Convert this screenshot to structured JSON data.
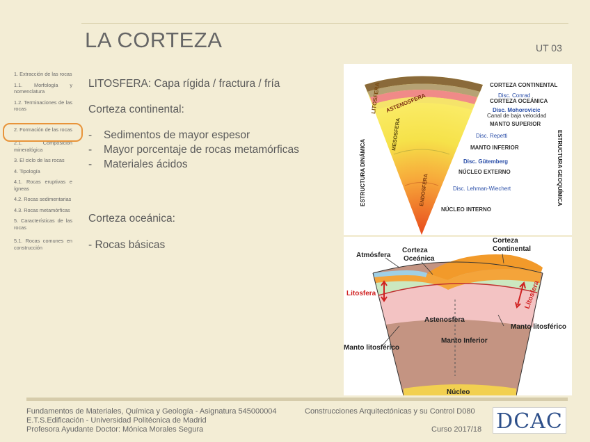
{
  "slide": {
    "title": "LA CORTEZA",
    "unit": "UT 03"
  },
  "sidebar": {
    "items": [
      {
        "label": "1. Extracción de las rocas"
      },
      {
        "label": "1.1. Morfología y nomenclatura"
      },
      {
        "label": "1.2. Terminaciones de las rocas"
      },
      {
        "label": "2. Formación de las rocas"
      },
      {
        "label": "2.1. Composición mineralógica"
      },
      {
        "label": "3. El ciclo de las rocas"
      },
      {
        "label": "4. Tipología"
      },
      {
        "label": "4.1. Rocas eruptivas e ígneas"
      },
      {
        "label": "4.2. Rocas sedimentarias"
      },
      {
        "label": "4.3. Rocas metamórficas"
      },
      {
        "label": "5. Características de las rocas"
      },
      {
        "label": "5.1. Rocas comunes en construcción"
      }
    ]
  },
  "content": {
    "litosfera": "LITOSFERA: Capa rígida / fractura / fría",
    "continental_title": "Corteza continental:",
    "dash": "-",
    "continental_items": [
      "Sedimentos de mayor espesor",
      "Mayor porcentaje de rocas metamórficas",
      "Materiales ácidos"
    ],
    "oceanica_title": "Corteza oceánica:",
    "oceanica_item": "- Rocas básicas"
  },
  "figure1": {
    "left_axis": "ESTRUCTURA DINÁMICA",
    "right_axis": "ESTRUCTURA GEOQUÍMICA",
    "wedge_labels": [
      "LITOSFERA",
      "ASTENOSFERA",
      "MESOSFERA",
      "ENDOSFERA"
    ],
    "labels": [
      {
        "text": "CORTEZA CONTINENTAL",
        "color": "#333333"
      },
      {
        "text": "Disc. Conrad",
        "color": "#2a4ea8"
      },
      {
        "text": "CORTEZA OCEÁNICA",
        "color": "#333333"
      },
      {
        "text": "Disc. Mohorovicic",
        "color": "#2a4ea8"
      },
      {
        "text": "Canal de baja velocidad",
        "color": "#333333"
      },
      {
        "text": "MANTO SUPERIOR",
        "color": "#333333"
      },
      {
        "text": "Disc. Repetti",
        "color": "#2a4ea8"
      },
      {
        "text": "MANTO INFERIOR",
        "color": "#333333"
      },
      {
        "text": "Disc. Gütemberg",
        "color": "#2a4ea8"
      },
      {
        "text": "NÚCLEO EXTERNO",
        "color": "#333333"
      },
      {
        "text": "Disc. Lehman-Wiechert",
        "color": "#2a4ea8"
      },
      {
        "text": "NÚCLEO INTERNO",
        "color": "#333333"
      }
    ]
  },
  "figure2": {
    "atmosfera": "Atmósfera",
    "corteza_oceanica": [
      "Corteza",
      "Oceánica"
    ],
    "corteza_continental": [
      "Corteza",
      "Continental"
    ],
    "litosfera_left": "Litosfera",
    "litosfera_right": "Litosfera",
    "astenosfera": "Astenosfera",
    "manto_litosferico_right": "Manto litosférico",
    "manto_litosferico_left": "Manto litosférico",
    "manto_inferior": "Manto Inferior",
    "nucleo": "Núcleo"
  },
  "footer": {
    "line1_left": "Fundamentos de Materiales, Química y Geología - Asignatura 545000004",
    "line1_right": "Construcciones Arquitectónicas y su Control D080",
    "line2": "E.T.S.Edificación - Universidad Politécnica de Madrid",
    "line3_left": "Profesora Ayudante Doctor: Mónica Morales Segura",
    "line3_right": "Curso 2017/18",
    "logo": "DCAC"
  }
}
